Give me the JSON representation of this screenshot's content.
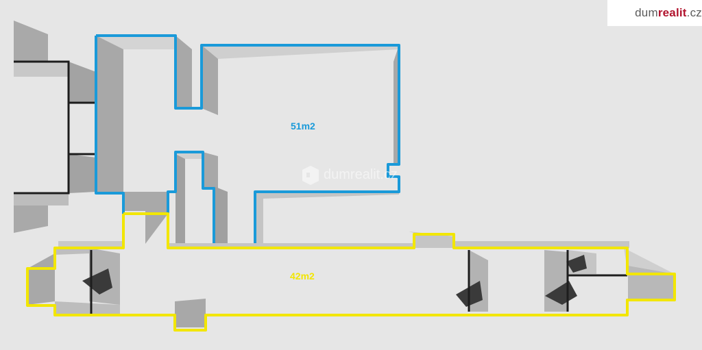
{
  "brand": {
    "name_part1": "dum",
    "name_part2": "realit",
    "name_part3": ".cz",
    "accent_color": "#b1132d",
    "logo_icon": "house-cube-icon"
  },
  "watermark": {
    "text": "dumrealit.cz",
    "icon": "house-cube-icon"
  },
  "areas": [
    {
      "id": "upper",
      "label": "51m2",
      "color": "#1a9ad9"
    },
    {
      "id": "lower",
      "label": "42m2",
      "color": "#f2e600"
    }
  ]
}
